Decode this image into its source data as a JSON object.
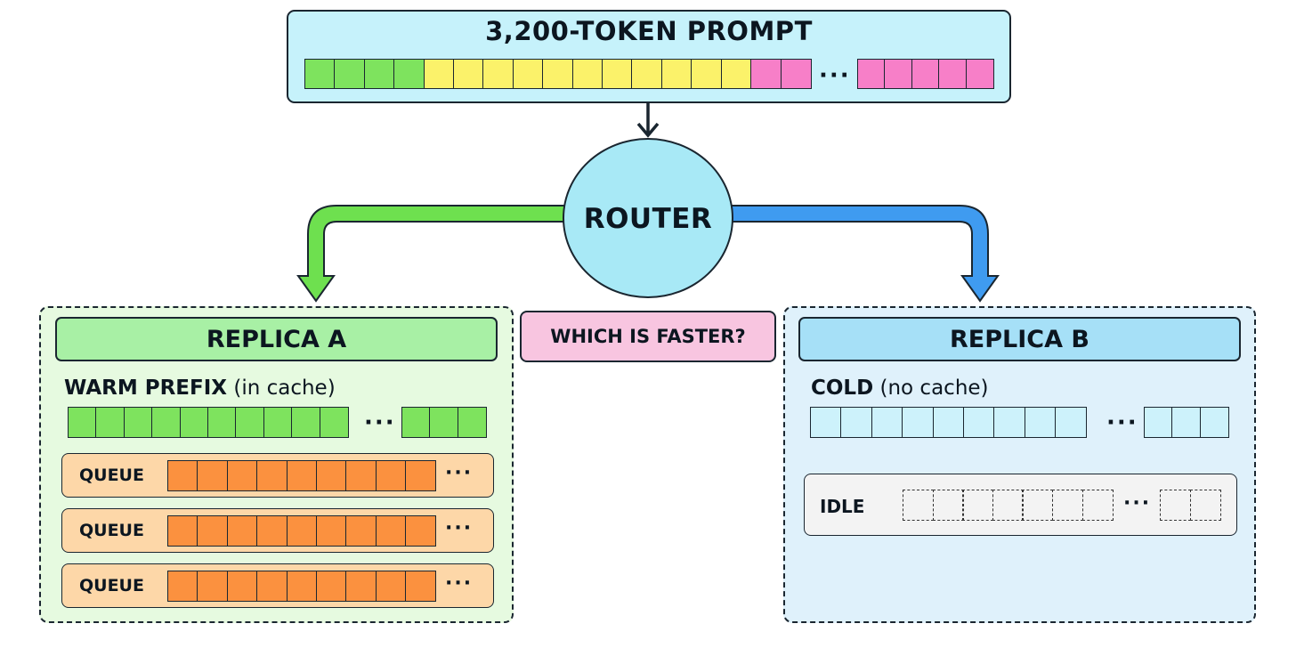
{
  "prompt": {
    "title": "3,200-TOKEN PROMPT",
    "ellipsis": "···"
  },
  "router": {
    "label": "ROUTER"
  },
  "question": "WHICH IS FASTER?",
  "replica_a": {
    "title": "REPLICA A",
    "cache_status_bold": "WARM PREFIX",
    "cache_status_note": "(in cache)",
    "ellipsis": "···",
    "queues": [
      {
        "label": "QUEUE",
        "ellipsis": "···"
      },
      {
        "label": "QUEUE",
        "ellipsis": "···"
      },
      {
        "label": "QUEUE",
        "ellipsis": "···"
      }
    ]
  },
  "replica_b": {
    "title": "REPLICA B",
    "cache_status_bold": "COLD",
    "cache_status_note": "(no cache)",
    "ellipsis": "···",
    "idle": {
      "label": "IDLE",
      "ellipsis": "···"
    }
  },
  "colors": {
    "token_green": "#7ee35e",
    "token_yellow": "#fbf26a",
    "token_pink": "#f77fc8",
    "cache_cold": "#cdf2fb",
    "queue_orange": "#fb913f",
    "arrow_green": "#6ee04f",
    "arrow_blue": "#3f9bf0"
  }
}
